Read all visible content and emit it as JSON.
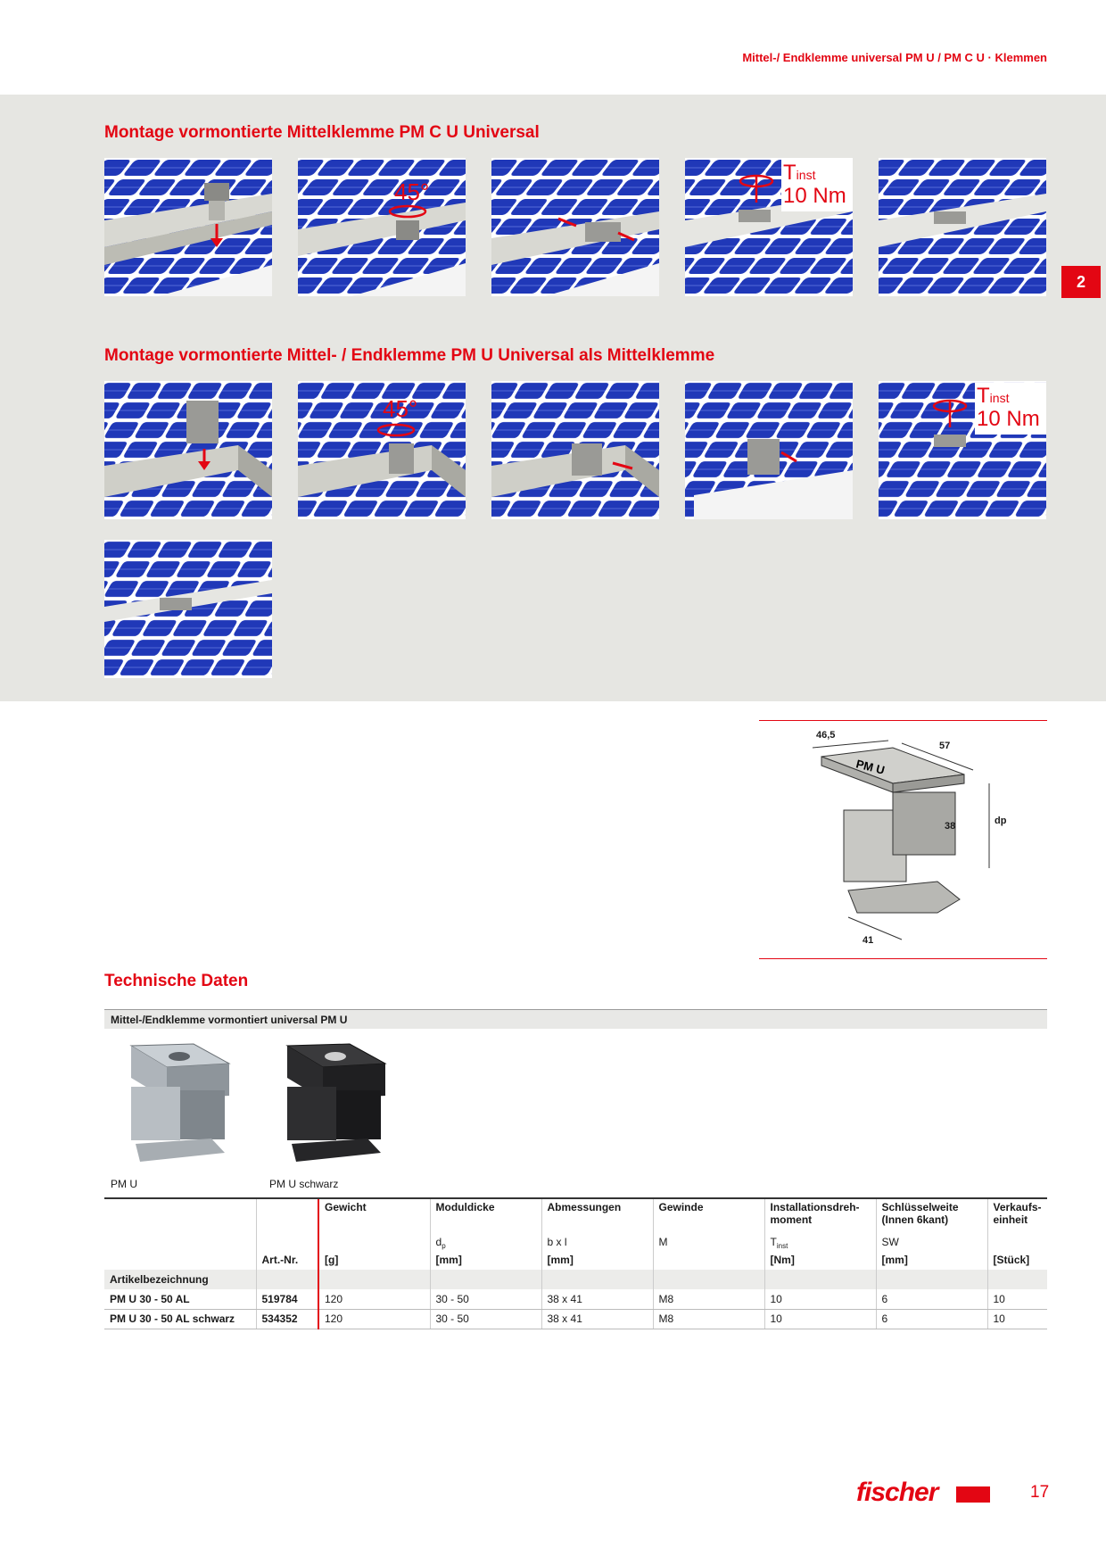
{
  "header": {
    "title": "Mittel-/ Endklemme universal PM U / PM C U · Klemmen"
  },
  "chapter_tab": "2",
  "section1": {
    "title": "Montage vormontierte Mittelklemme PM C U Universal",
    "step2_angle": "45°",
    "step4_torque_symbol": "T",
    "step4_torque_sub": "inst",
    "step4_torque_value": "10 Nm"
  },
  "section2": {
    "title": "Montage vormontierte Mittel- / Endklemme PM U Universal als Mittelklemme",
    "step2_angle": "45°",
    "step5_torque_symbol": "T",
    "step5_torque_sub": "inst",
    "step5_torque_value": "10 Nm"
  },
  "dimension_drawing": {
    "width_top": "46,5",
    "length": "57",
    "inner": "38",
    "height": "dp",
    "base": "41",
    "marking": "PM U"
  },
  "tech": {
    "title": "Technische Daten",
    "product_bar": "Mittel-/Endklemme vormontiert universal PM U",
    "caption1": "PM U",
    "caption2": "PM U schwarz"
  },
  "table": {
    "headers": {
      "gewicht": "Gewicht",
      "moduldicke": "Moduldicke",
      "abmessungen": "Abmessungen",
      "gewinde": "Gewinde",
      "moment1": "Installationsdreh-",
      "moment2": "moment",
      "sw1": "Schlüsselweite",
      "sw2": "(Innen 6kant)",
      "vk1": "Verkaufs-",
      "vk2": "einheit"
    },
    "symbols": {
      "dp_main": "d",
      "dp_sub": "p",
      "bxl": "b x l",
      "m": "M",
      "t_main": "T",
      "t_sub": "inst",
      "sw": "SW"
    },
    "units": {
      "artnr": "Art.-Nr.",
      "gewicht": "[g]",
      "moduldicke": "[mm]",
      "abmessungen": "[mm]",
      "moment": "[Nm]",
      "sw": "[mm]",
      "vk": "[Stück]"
    },
    "artikel_label": "Artikelbezeichnung",
    "rows": [
      {
        "name": "PM U 30 - 50 AL",
        "art": "519784",
        "gewicht": "120",
        "dicke": "30 - 50",
        "abm": "38 x 41",
        "gewinde": "M8",
        "moment": "10",
        "sw": "6",
        "vk": "10"
      },
      {
        "name": "PM U 30 - 50 AL schwarz",
        "art": "534352",
        "gewicht": "120",
        "dicke": "30 - 50",
        "abm": "38 x 41",
        "gewinde": "M8",
        "moment": "10",
        "sw": "6",
        "vk": "10"
      }
    ]
  },
  "footer": {
    "brand": "fischer",
    "page": "17"
  },
  "colors": {
    "accent": "#e30613",
    "panel_blue": "#1f3bb3",
    "band_gray": "#e6e6e2"
  }
}
